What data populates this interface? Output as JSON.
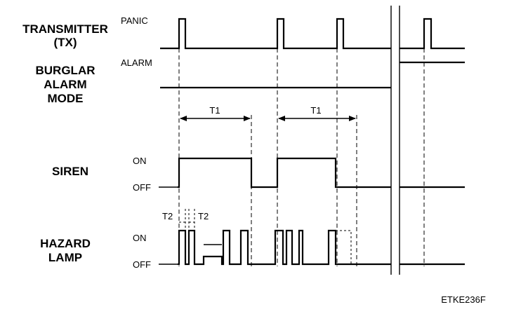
{
  "signals": {
    "transmitter": {
      "line1": "TRANSMITTER",
      "line2": "(TX)",
      "state_label": "PANIC"
    },
    "burglar": {
      "line1": "BURGLAR",
      "line2": "ALARM",
      "line3": "MODE",
      "state_label": "ALARM"
    },
    "siren": {
      "name": "SIREN",
      "on_label": "ON",
      "off_label": "OFF"
    },
    "hazard": {
      "line1": "HAZARD",
      "line2": "LAMP",
      "on_label": "ON",
      "off_label": "OFF"
    }
  },
  "timing": {
    "t1_label": "T1",
    "t1_label_2": "T1",
    "t2_label_left": "T2",
    "t2_label_right": "T2"
  },
  "figure_code": "ETKE236F"
}
